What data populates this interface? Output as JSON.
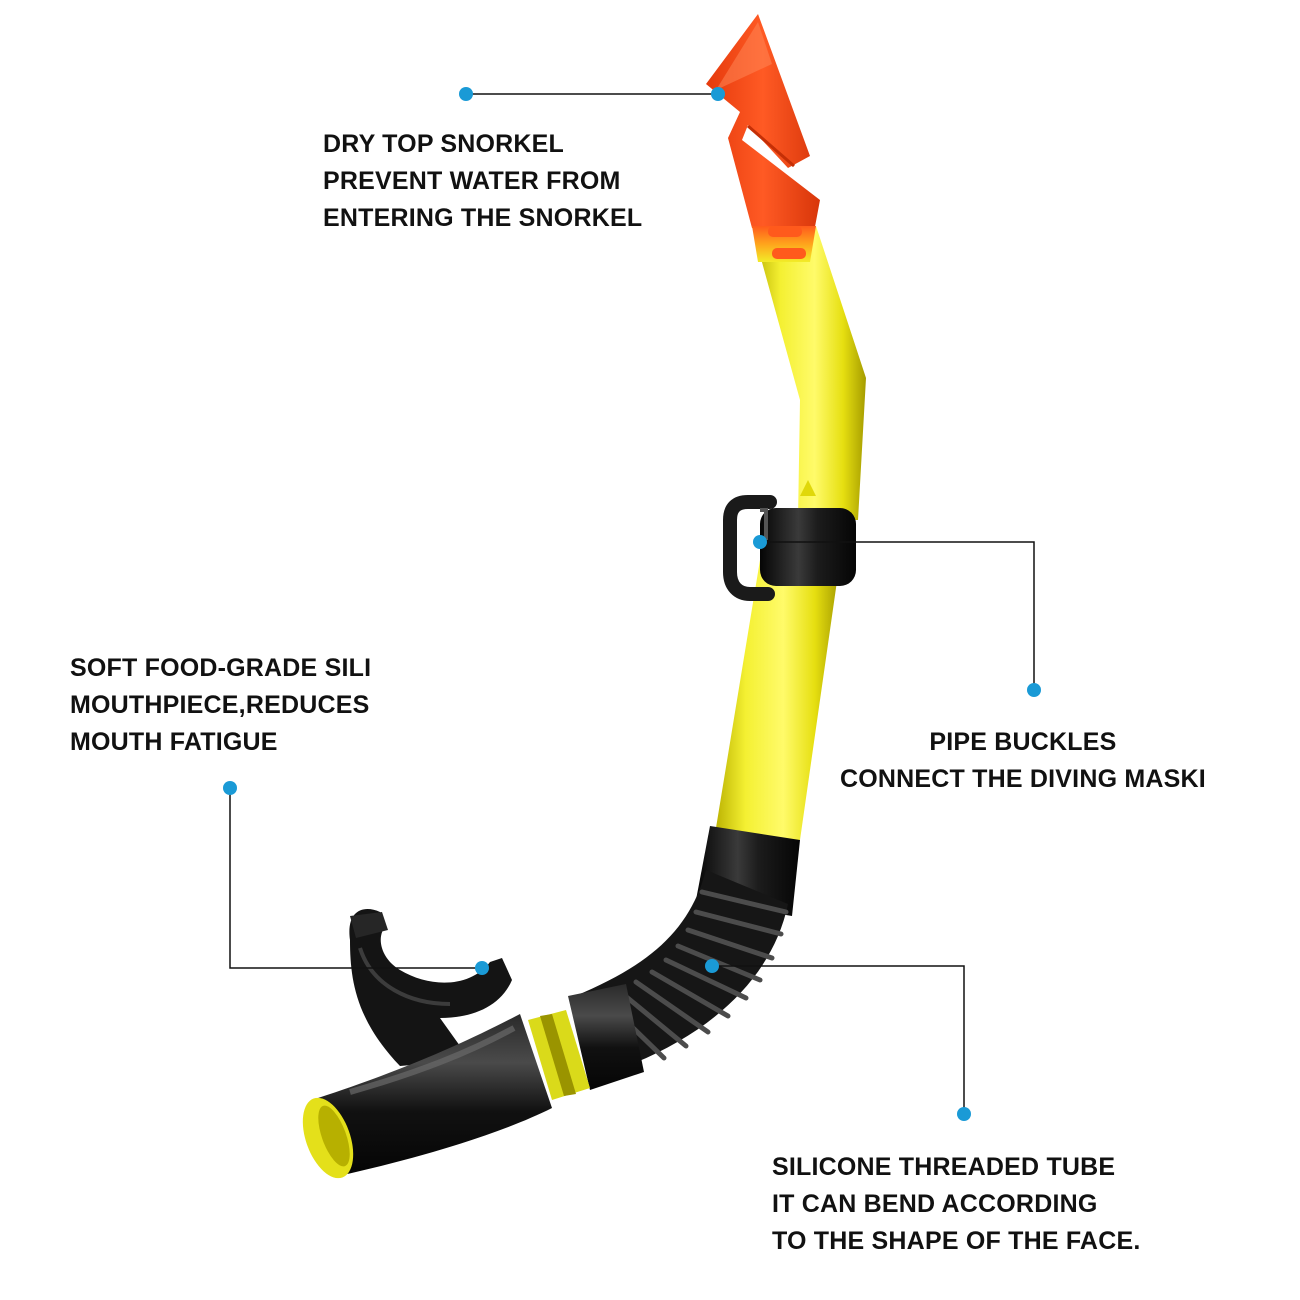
{
  "colors": {
    "accent_dot": "#1a9ad6",
    "tube_yellow": "#ecea1a",
    "top_orange": "#ff4e1a",
    "rubber_black": "#141414"
  },
  "callouts": {
    "dry_top": {
      "lines": [
        "DRY TOP SNORKEL",
        "PREVENT WATER FROM",
        "ENTERING THE SNORKEL"
      ]
    },
    "mouthpiece": {
      "lines": [
        "SOFT FOOD-GRADE SILI",
        "MOUTHPIECE,REDUCES",
        "MOUTH FATIGUE"
      ]
    },
    "pipe_buckles": {
      "lines": [
        "PIPE BUCKLES",
        "CONNECT THE DIVING MASKI"
      ]
    },
    "threaded_tube": {
      "lines": [
        "SILICONE THREADED TUBE",
        "IT CAN BEND ACCORDING",
        "TO THE SHAPE OF THE FACE."
      ]
    }
  }
}
